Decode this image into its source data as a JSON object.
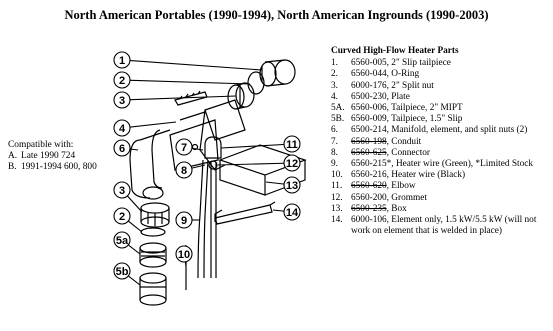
{
  "title": "North American Portables (1990-1994), North American Ingrounds (1990-2003)",
  "compatible": {
    "heading": "Compatible with:",
    "items": [
      {
        "key": "A.",
        "text": "Late 1990 724"
      },
      {
        "key": "B.",
        "text": "1991-1994 600, 800"
      }
    ]
  },
  "parts": {
    "heading": "Curved High-Flow Heater Parts",
    "items": [
      {
        "num": "1.",
        "code": "6560-005",
        "desc": ", 2\" Slip tailpiece",
        "strike": false
      },
      {
        "num": "2.",
        "code": "6560-044",
        "desc": ", O-Ring",
        "strike": false
      },
      {
        "num": "3.",
        "code": "6000-176",
        "desc": ", 2\" Split nut",
        "strike": false
      },
      {
        "num": "4.",
        "code": "6500-230",
        "desc": ", Plate",
        "strike": false
      },
      {
        "num": "5A.",
        "code": "6560-006",
        "desc": ", Tailpiece, 2\" MIPT",
        "strike": false
      },
      {
        "num": "5B.",
        "code": "6560-009",
        "desc": ", Tailpiece, 1.5\" Slip",
        "strike": false
      },
      {
        "num": "6.",
        "code": "6500-214",
        "desc": ", Manifold, element, and split nuts (2)",
        "strike": false
      },
      {
        "num": "7.",
        "code": "6560-198",
        "desc": ", Conduit",
        "strike": true
      },
      {
        "num": "8.",
        "code": "6560-625",
        "desc": ", Connector",
        "strike": true
      },
      {
        "num": "9.",
        "code": "6560-215*",
        "desc": ", Heater wire (Green), *Limited Stock",
        "strike": false
      },
      {
        "num": "10.",
        "code": "6560-216",
        "desc": ", Heater wire (Black)",
        "strike": false
      },
      {
        "num": "11.",
        "code": "6560-620",
        "desc": ", Elbow",
        "strike": true
      },
      {
        "num": "12.",
        "code": "6560-200",
        "desc": ", Grommet",
        "strike": false
      },
      {
        "num": "13.",
        "code": "6500-235",
        "desc": ", Box",
        "strike": true
      },
      {
        "num": "14.",
        "code": "6000-106",
        "desc": ", Element only, 1.5 kW/5.5 kW (will not work on element that is welded in place)",
        "strike": false
      }
    ]
  },
  "callouts": [
    "1",
    "2",
    "3",
    "4",
    "6",
    "3",
    "2",
    "5a",
    "5b",
    "7",
    "8",
    "9",
    "10",
    "11",
    "12",
    "13",
    "14"
  ]
}
